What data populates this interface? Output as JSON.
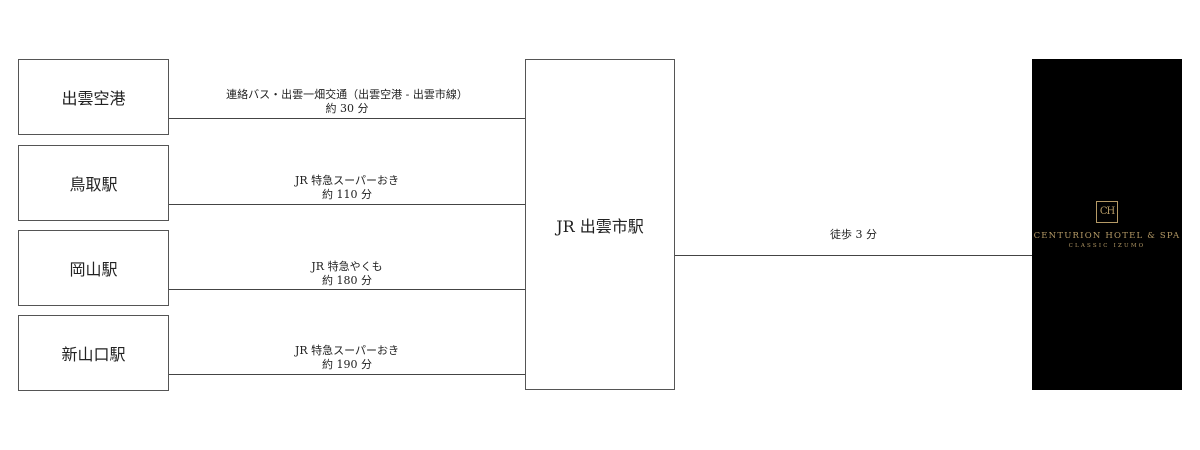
{
  "origins": [
    {
      "name": "出雲空港",
      "route": "連絡バス・出雲一畑交通（出雲空港 - 出雲市線）",
      "time": "約 30 分"
    },
    {
      "name": "鳥取駅",
      "route": "JR 特急スーパーおき",
      "time": "約 110 分"
    },
    {
      "name": "岡山駅",
      "route": "JR 特急やくも",
      "time": "約 180 分"
    },
    {
      "name": "新山口駅",
      "route": "JR 特急スーパーおき",
      "time": "約 190 分"
    }
  ],
  "hub": {
    "name": "JR 出雲市駅"
  },
  "walk": {
    "time": "徒歩 3 分"
  },
  "hotel": {
    "monogram": "CH",
    "name": "CENTURION HOTEL & SPA",
    "subtitle": "CLASSIC IZUMO"
  },
  "colors": {
    "line": "#444444",
    "box_border": "#555555",
    "hotel_bg": "#000000",
    "hotel_gold": "#b59a66"
  }
}
